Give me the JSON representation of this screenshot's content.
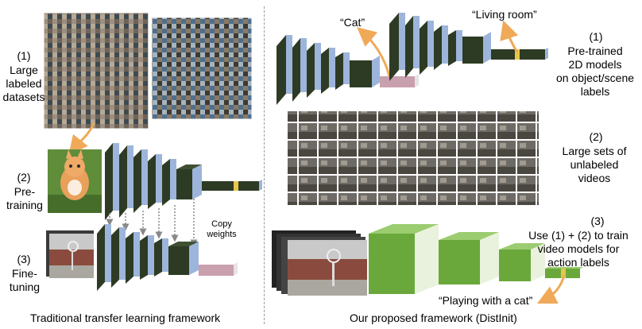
{
  "left": {
    "step1": {
      "num": "(1)",
      "label": "Large\nlabeled\ndatasets"
    },
    "step2": {
      "num": "(2)",
      "label": "Pre-\ntraining"
    },
    "step3": {
      "num": "(3)",
      "label": "Fine-\ntuning"
    },
    "copy_weights": "Copy\nweights",
    "caption": "Traditional transfer learning framework"
  },
  "right": {
    "quote_cat": "“Cat”",
    "quote_living_room": "“Living room”",
    "step1": {
      "num": "(1)",
      "label": "Pre-trained\n2D models\non object/scene\nlabels"
    },
    "step2": {
      "num": "(2)",
      "label": "Large sets of\nunlabeled\nvideos"
    },
    "step3": {
      "num": "(3)",
      "label": "Use (1) + (2) to train\nvideo models for\naction labels"
    },
    "quote_playing": "“Playing with a cat”",
    "caption": "Our proposed framework (DistInit)"
  },
  "colors": {
    "conv_dark": "#2e3b24",
    "conv_blue": "#9db5db",
    "conv_green": "#6aa83c",
    "arrow_orange": "#f0a958",
    "fc_yellow": "#e7c64c",
    "fc_pink": "#c9a0ad"
  }
}
